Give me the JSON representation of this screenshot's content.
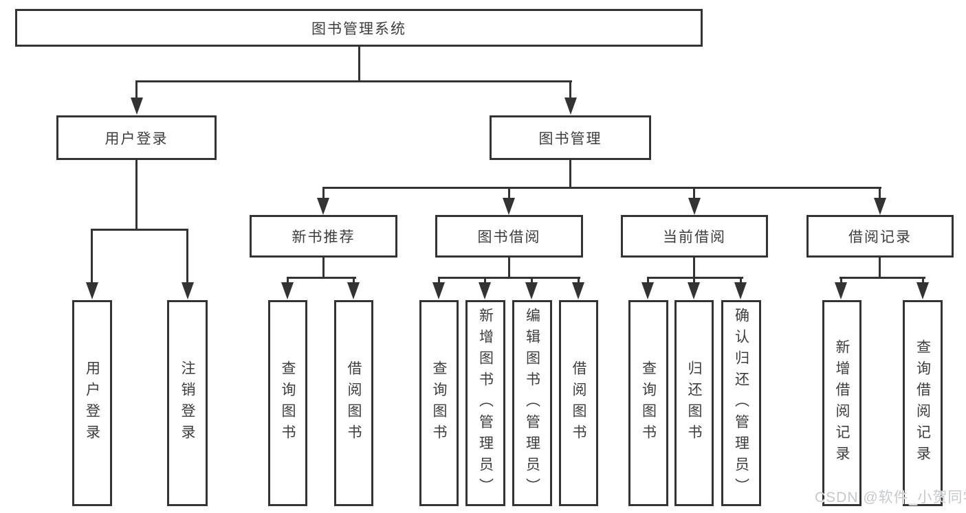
{
  "title": {
    "label": "图书管理系统"
  },
  "branches": {
    "user_login": {
      "label": "用户登录",
      "children": [
        {
          "label": "用户登录"
        },
        {
          "label": "注销登录"
        }
      ]
    },
    "book_management": {
      "label": "图书管理",
      "children": [
        {
          "label": "新书推荐",
          "children": [
            {
              "label": "查询图书"
            },
            {
              "label": "借阅图书"
            }
          ]
        },
        {
          "label": "图书借阅",
          "children": [
            {
              "label": "查询图书"
            },
            {
              "label": "新增图书（管理员）"
            },
            {
              "label": "编辑图书（管理员）"
            },
            {
              "label": "借阅图书"
            }
          ]
        },
        {
          "label": "当前借阅",
          "children": [
            {
              "label": "查询图书"
            },
            {
              "label": "归还图书"
            },
            {
              "label": "确认归还（管理员）"
            }
          ]
        },
        {
          "label": "借阅记录",
          "children": [
            {
              "label": "新增借阅记录"
            },
            {
              "label": "查询借阅记录"
            }
          ]
        }
      ]
    }
  },
  "watermark": {
    "text": "CSDN @软件_小贺同学"
  },
  "colors": {
    "line": "#333333",
    "text": "#3d3d3d",
    "background": "#ffffff",
    "watermark": "#c6c9cd"
  }
}
